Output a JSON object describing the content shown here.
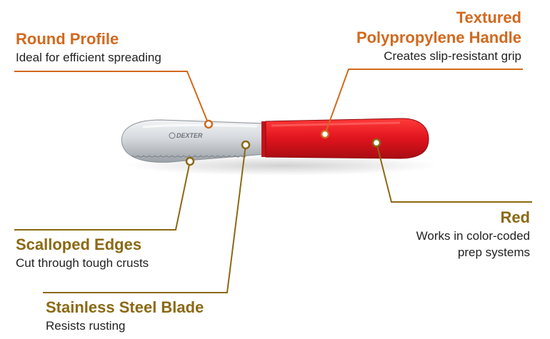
{
  "callouts": {
    "round_profile": {
      "title": "Round Profile",
      "desc": "Ideal for efficient spreading"
    },
    "handle": {
      "title_line1": "Textured",
      "title_line2": "Polypropylene Handle",
      "desc": "Creates slip-resistant grip"
    },
    "scalloped": {
      "title": "Scalloped Edges",
      "desc": "Cut through tough crusts"
    },
    "red": {
      "title": "Red",
      "desc_line1": "Works in color-coded",
      "desc_line2": "prep systems"
    },
    "blade": {
      "title": "Stainless Steel Blade",
      "desc": "Resists rusting"
    }
  },
  "blade_branding": {
    "brand": "DEXTER"
  },
  "colors": {
    "title_orange": "#d2691e",
    "title_olive": "#8b6914",
    "handle_red": "#e0141e",
    "blade_steel": "#c8cdd2"
  }
}
